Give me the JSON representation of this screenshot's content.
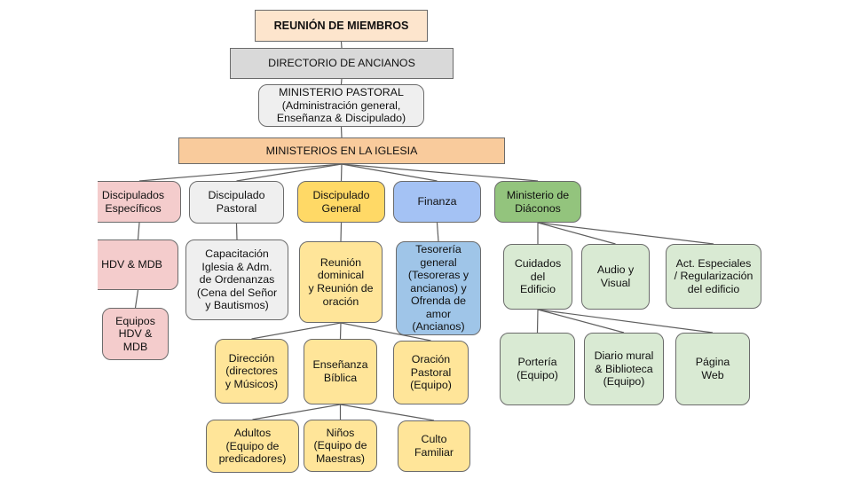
{
  "diagram": {
    "type": "org-chart",
    "nodes": {
      "reunion_miembros": "REUNIÓN DE MIEMBROS",
      "directorio_ancianos": "DIRECTORIO DE ANCIANOS",
      "ministerio_pastoral": "MINISTERIO PASTORAL\n(Administración general,\nEnseñanza & Discipulado)",
      "ministerios_iglesia": "MINISTERIOS EN LA IGLESIA",
      "discipulados_especificos": "Discipulados\nEspecíficos",
      "discipulado_pastoral": "Discipulado\nPastoral",
      "discipulado_general": "Discipulado\nGeneral",
      "finanza": "Finanza",
      "ministerio_diaconos": "Ministerio de\nDiáconos",
      "hdv_mdb": "HDV & MDB",
      "equipos_hdv_mdb": "Equipos\nHDV &\nMDB",
      "capacitacion": "Capacitación\nIglesia & Adm.\nde Ordenanzas\n(Cena del Señor\ny Bautismos)",
      "reunion_dominical": "Reunión\ndominical\ny Reunión de\noración",
      "tesoreria": "Tesorería\ngeneral\n(Tesoreras y\nancianos) y\nOfrenda de\namor\n(Ancianos)",
      "cuidados_edificio": "Cuidados\ndel\nEdificio",
      "audio_visual": "Audio y\nVisual",
      "act_especiales": "Act. Especiales\n/ Regularización\ndel edificio",
      "direccion": "Dirección\n(directores\ny Músicos)",
      "ensenanza_biblica": "Enseñanza\nBíblica",
      "oracion_pastoral": "Oración\nPastoral\n(Equipo)",
      "adultos": "Adultos\n(Equipo de\npredicadores)",
      "ninos": "Niños\n(Equipo de\nMaestras)",
      "culto_familiar": "Culto\nFamiliar",
      "porteria": "Portería\n(Equipo)",
      "diario_mural": "Diario mural\n& Biblioteca\n(Equipo)",
      "pagina_web": "Página\nWeb"
    },
    "edges": [
      [
        "reunion_miembros",
        "directorio_ancianos"
      ],
      [
        "directorio_ancianos",
        "ministerio_pastoral"
      ],
      [
        "ministerio_pastoral",
        "ministerios_iglesia"
      ],
      [
        "ministerios_iglesia",
        "discipulados_especificos"
      ],
      [
        "ministerios_iglesia",
        "discipulado_pastoral"
      ],
      [
        "ministerios_iglesia",
        "discipulado_general"
      ],
      [
        "ministerios_iglesia",
        "finanza"
      ],
      [
        "ministerios_iglesia",
        "ministerio_diaconos"
      ],
      [
        "discipulados_especificos",
        "hdv_mdb"
      ],
      [
        "hdv_mdb",
        "equipos_hdv_mdb"
      ],
      [
        "discipulado_pastoral",
        "capacitacion"
      ],
      [
        "discipulado_general",
        "reunion_dominical"
      ],
      [
        "finanza",
        "tesoreria"
      ],
      [
        "ministerio_diaconos",
        "cuidados_edificio"
      ],
      [
        "ministerio_diaconos",
        "audio_visual"
      ],
      [
        "ministerio_diaconos",
        "act_especiales"
      ],
      [
        "reunion_dominical",
        "direccion"
      ],
      [
        "reunion_dominical",
        "ensenanza_biblica"
      ],
      [
        "reunion_dominical",
        "oracion_pastoral"
      ],
      [
        "ensenanza_biblica",
        "adultos"
      ],
      [
        "ensenanza_biblica",
        "ninos"
      ],
      [
        "ensenanza_biblica",
        "culto_familiar"
      ],
      [
        "cuidados_edificio",
        "porteria"
      ],
      [
        "cuidados_edificio",
        "diario_mural"
      ],
      [
        "cuidados_edificio",
        "pagina_web"
      ]
    ],
    "colors": {
      "peach_light": "#fde5cd",
      "gray": "#d9d9d9",
      "gray_light": "#efefef",
      "orange": "#f9cb9c",
      "pink": "#f4cccc",
      "yellow": "#ffd966",
      "yellow_light": "#ffe599",
      "blue": "#a4c2f4",
      "blue_light": "#9fc5e8",
      "green": "#93c47d",
      "green_light": "#d9ead3"
    }
  }
}
